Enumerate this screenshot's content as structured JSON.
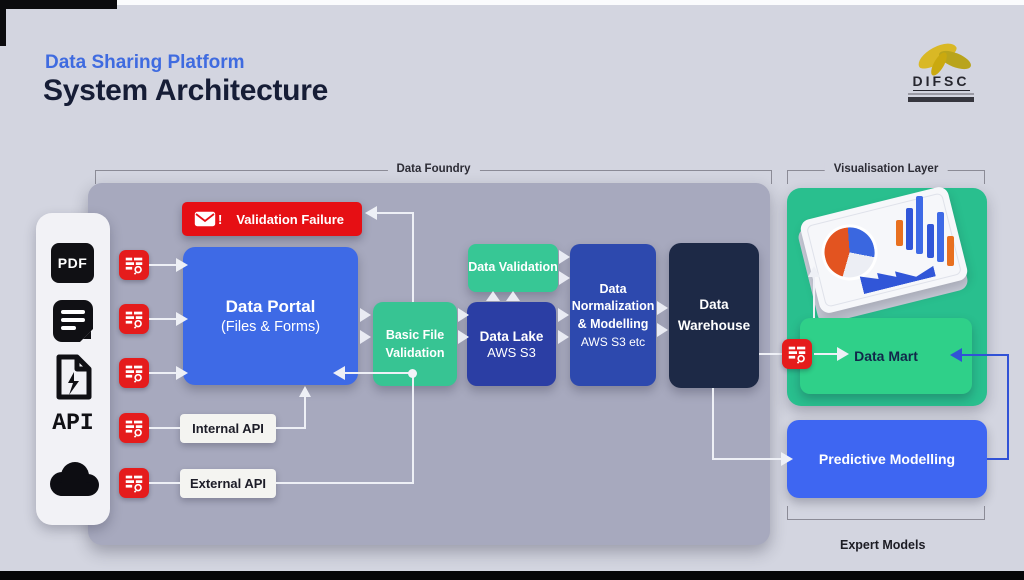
{
  "header": {
    "kicker": "Data Sharing Platform",
    "title": "System Architecture"
  },
  "logo": {
    "name": "DIFSC"
  },
  "sections": {
    "foundry": "Data Foundry",
    "visualisation": "Visualisation Layer",
    "expert": "Expert Models"
  },
  "sources": {
    "pdf": "PDF",
    "api": "API"
  },
  "banner": {
    "label": "Validation Failure",
    "bang": "!"
  },
  "nodes": {
    "portal": {
      "title": "Data Portal",
      "subtitle": "(Files & Forms)"
    },
    "basic_validation": {
      "title": "Basic File Validation"
    },
    "data_validation": {
      "title": "Data Validation"
    },
    "lake": {
      "title": "Data Lake",
      "subtitle": "AWS S3"
    },
    "normalization": {
      "title": "Data Normalization & Modelling",
      "subtitle": "AWS S3 etc"
    },
    "warehouse": {
      "title": "Data Warehouse"
    },
    "mart": {
      "title": "Data Mart"
    },
    "predictive": {
      "title": "Predictive Modelling"
    },
    "internal_api": {
      "title": "Internal API"
    },
    "external_api": {
      "title": "External API"
    }
  },
  "colors": {
    "background": "#d3d5e0",
    "panel_grey": "#a7a9be",
    "failure_red": "#e60f14",
    "badge_red": "#e51c1c",
    "portal_blue": "#3e6ae6",
    "validation_green": "#37c493",
    "lake_blue": "#2b3ea4",
    "normalization_blue": "#2d49ae",
    "warehouse_navy": "#1d2946",
    "vis_panel_green": "#29bf8e",
    "mart_green": "#2fd089",
    "predictive_blue": "#3e66f2",
    "connector_blue": "#3152d6",
    "connector_white": "#eef0f6",
    "title_blue": "#3f6be0",
    "title_dark": "#161d36"
  }
}
